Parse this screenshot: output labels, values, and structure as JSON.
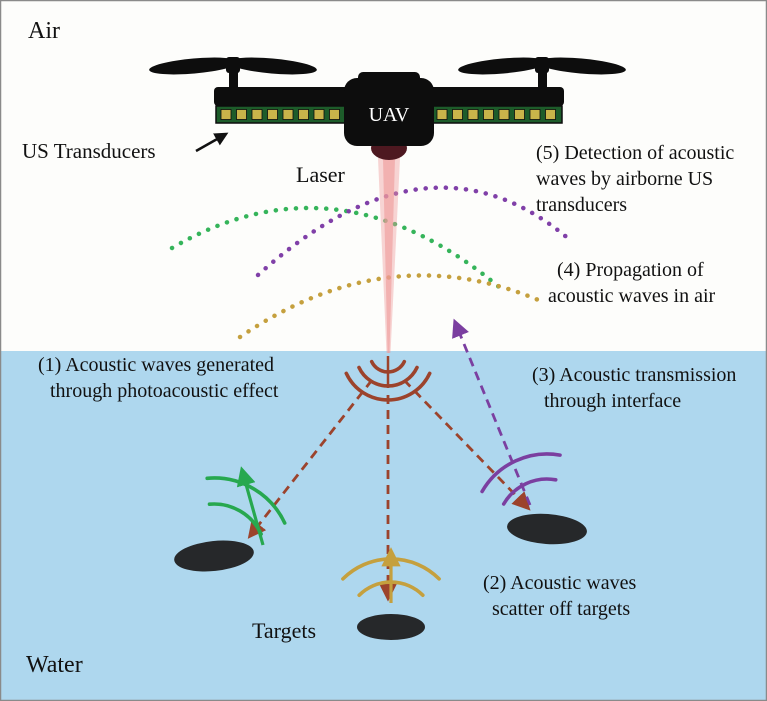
{
  "colors": {
    "air": "#fdfdfb",
    "water": "#aed7ee",
    "drone": "#0d0d0d",
    "strip_green": "#1d5c2a",
    "transducer_gold": "#c9b44a",
    "laser_pink": "#ef9a9a",
    "laser_head": "#4d1820",
    "wave_green": "#35b45a",
    "wave_purple": "#8040a8",
    "wave_tan": "#c5a03e",
    "wave_brown": "#9c432c",
    "scatter_green": "#27a84f",
    "scatter_tan": "#c5a03e",
    "scatter_purple": "#7b3fa0",
    "target": "#26282a",
    "text": "#111111"
  },
  "labels": {
    "air": "Air",
    "water": "Water",
    "laser": "Laser",
    "targets": "Targets",
    "us_transducers": "US Transducers",
    "uav": "UAV"
  },
  "annotations": {
    "step1": {
      "lines": [
        "(1) Acoustic waves generated",
        "through photoacoustic effect"
      ]
    },
    "step2": {
      "lines": [
        "(2) Acoustic waves",
        "scatter off targets"
      ]
    },
    "step3": {
      "lines": [
        "(3) Acoustic transmission",
        "through interface"
      ]
    },
    "step4": {
      "lines": [
        "(4) Propagation of",
        "acoustic waves in air"
      ]
    },
    "step5": {
      "lines": [
        "(5) Detection of acoustic",
        "waves by airborne US",
        "transducers"
      ]
    }
  }
}
